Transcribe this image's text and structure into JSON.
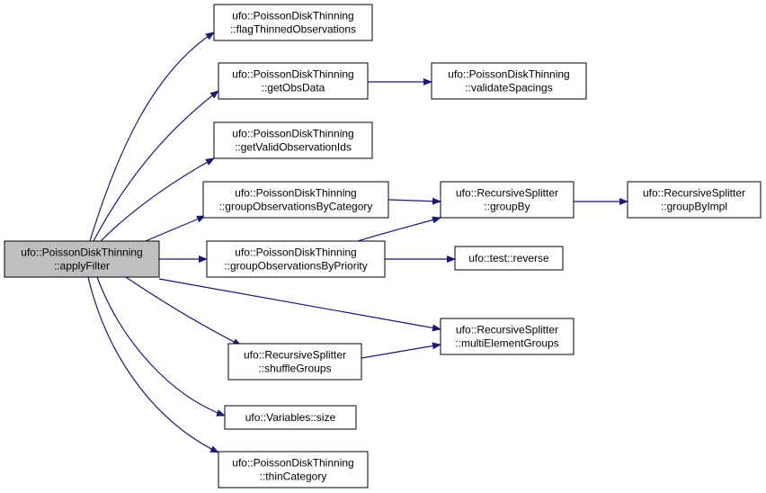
{
  "colors": {
    "edge": "#191970",
    "node_fill": "#ffffff",
    "node_border": "#000000",
    "root_fill": "#bfbfbf"
  },
  "nodes": [
    {
      "id": "applyFilter",
      "lines": [
        "ufo::PoissonDiskThinning",
        "::applyFilter"
      ],
      "root": true
    },
    {
      "id": "flagThinned",
      "lines": [
        "ufo::PoissonDiskThinning",
        "::flagThinnedObservations"
      ]
    },
    {
      "id": "getObsData",
      "lines": [
        "ufo::PoissonDiskThinning",
        "::getObsData"
      ]
    },
    {
      "id": "validateSpacings",
      "lines": [
        "ufo::PoissonDiskThinning",
        "::validateSpacings"
      ]
    },
    {
      "id": "getValidObs",
      "lines": [
        "ufo::PoissonDiskThinning",
        "::getValidObservationIds"
      ]
    },
    {
      "id": "groupByCategory",
      "lines": [
        "ufo::PoissonDiskThinning",
        "::groupObservationsByCategory"
      ]
    },
    {
      "id": "groupBy",
      "lines": [
        "ufo::RecursiveSplitter",
        "::groupBy"
      ]
    },
    {
      "id": "groupByImpl",
      "lines": [
        "ufo::RecursiveSplitter",
        "::groupByImpl"
      ]
    },
    {
      "id": "groupByPriority",
      "lines": [
        "ufo::PoissonDiskThinning",
        "::groupObservationsByPriority"
      ]
    },
    {
      "id": "reverse",
      "lines": [
        "ufo::test::reverse"
      ]
    },
    {
      "id": "multiElementGroups",
      "lines": [
        "ufo::RecursiveSplitter",
        "::multiElementGroups"
      ]
    },
    {
      "id": "shuffleGroups",
      "lines": [
        "ufo::RecursiveSplitter",
        "::shuffleGroups"
      ]
    },
    {
      "id": "variablesSize",
      "lines": [
        "ufo::Variables::size"
      ]
    },
    {
      "id": "thinCategory",
      "lines": [
        "ufo::PoissonDiskThinning",
        "::thinCategory"
      ]
    }
  ],
  "edges": [
    {
      "from": "applyFilter",
      "to": "flagThinned"
    },
    {
      "from": "applyFilter",
      "to": "getObsData"
    },
    {
      "from": "applyFilter",
      "to": "getValidObs"
    },
    {
      "from": "applyFilter",
      "to": "groupByCategory"
    },
    {
      "from": "applyFilter",
      "to": "groupByPriority"
    },
    {
      "from": "applyFilter",
      "to": "multiElementGroups"
    },
    {
      "from": "applyFilter",
      "to": "shuffleGroups"
    },
    {
      "from": "applyFilter",
      "to": "variablesSize"
    },
    {
      "from": "applyFilter",
      "to": "thinCategory"
    },
    {
      "from": "getObsData",
      "to": "validateSpacings"
    },
    {
      "from": "groupByCategory",
      "to": "groupBy"
    },
    {
      "from": "groupBy",
      "to": "groupByImpl"
    },
    {
      "from": "groupByPriority",
      "to": "groupBy"
    },
    {
      "from": "groupByPriority",
      "to": "reverse"
    },
    {
      "from": "shuffleGroups",
      "to": "multiElementGroups"
    }
  ]
}
